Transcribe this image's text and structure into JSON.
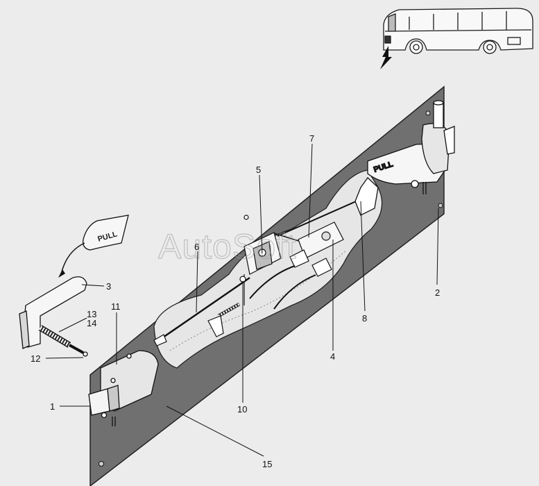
{
  "watermark": "AutoSoft",
  "badges": {
    "pull_upper": "PULL",
    "pull_lower": "PULL"
  },
  "callouts": [
    {
      "id": "c1",
      "label": "1"
    },
    {
      "id": "c2",
      "label": "2"
    },
    {
      "id": "c3",
      "label": "3"
    },
    {
      "id": "c4",
      "label": "4"
    },
    {
      "id": "c5",
      "label": "5"
    },
    {
      "id": "c6",
      "label": "6"
    },
    {
      "id": "c7",
      "label": "7"
    },
    {
      "id": "c8",
      "label": "8"
    },
    {
      "id": "c10",
      "label": "10"
    },
    {
      "id": "c11",
      "label": "11"
    },
    {
      "id": "c12",
      "label": "12"
    },
    {
      "id": "c13",
      "label": "13"
    },
    {
      "id": "c14",
      "label": "14"
    },
    {
      "id": "c15",
      "label": "15"
    }
  ]
}
